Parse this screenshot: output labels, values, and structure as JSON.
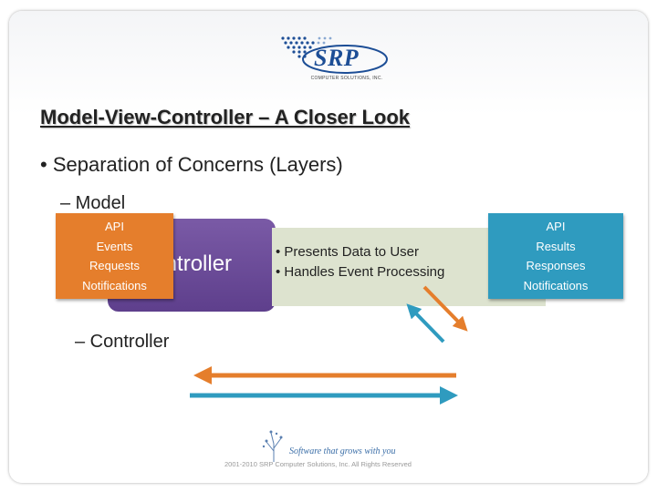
{
  "logo": {
    "text": "SRP",
    "subtitle": "COMPUTER SOLUTIONS, INC."
  },
  "title": "Model-View-Controller – A Closer Look",
  "bullet": "• Separation of Concerns (Layers)",
  "sub_items": {
    "model": "– Model",
    "controller": "– Controller"
  },
  "controller_box": {
    "label": "Controller",
    "color": "#6b4c9a"
  },
  "info_box": {
    "items": [
      "Presents Data to User",
      "Handles Event Processing"
    ],
    "color": "#dde3cf"
  },
  "callout_left": {
    "lines": [
      "API",
      "Events",
      "Requests",
      "Notifications"
    ],
    "color": "#e57e2c"
  },
  "callout_right": {
    "lines": [
      "API",
      "Results",
      "Responses",
      "Notifications"
    ],
    "color": "#2f9bbf"
  },
  "arrows": {
    "orange": "#e57e2c",
    "teal": "#2f9bbf"
  },
  "footer": {
    "tagline": "Software that grows with you",
    "copyright": "2001-2010 SRP Computer Solutions, Inc. All Rights Reserved"
  }
}
